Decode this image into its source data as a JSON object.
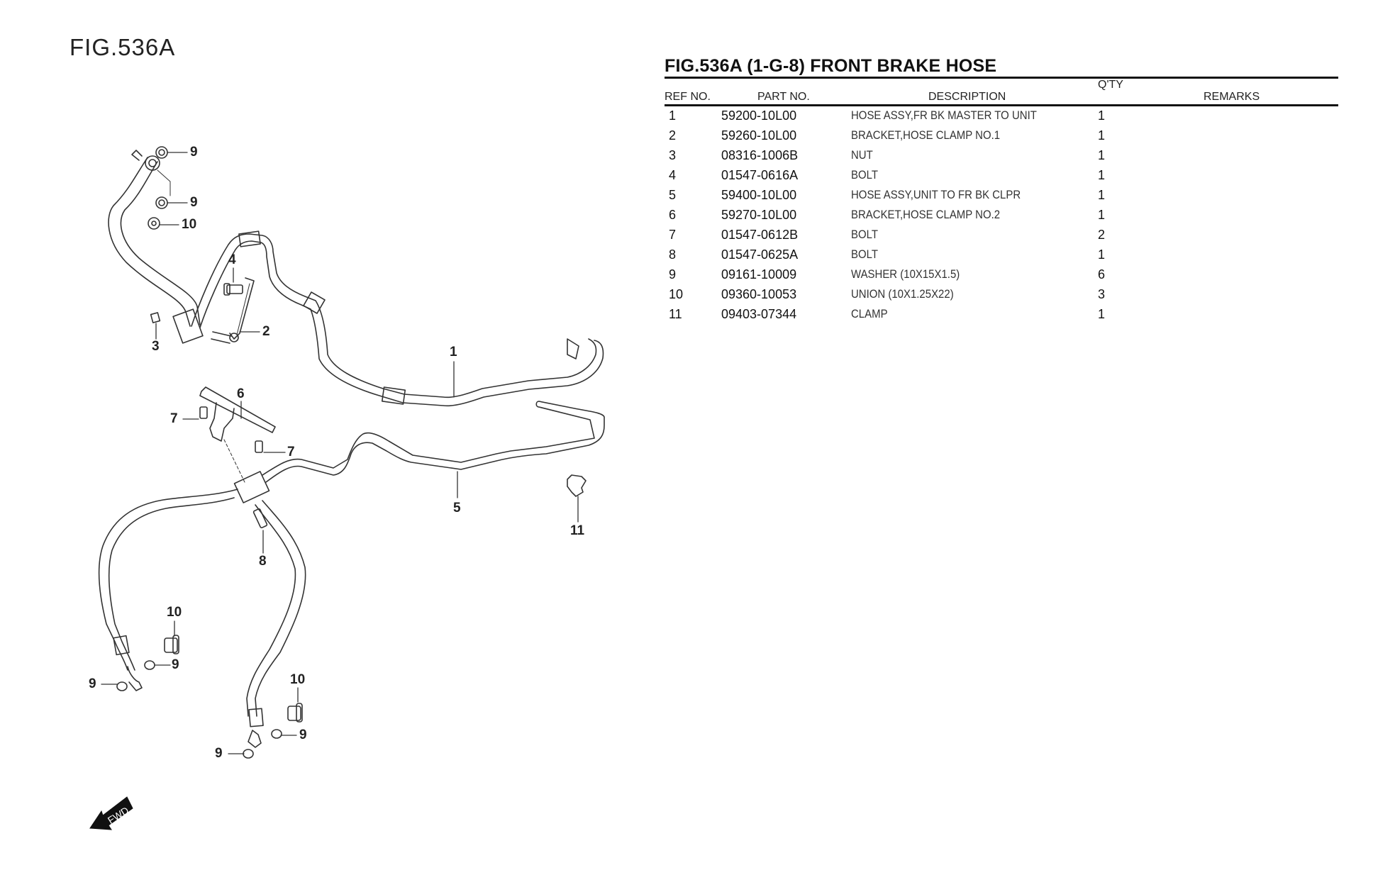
{
  "figure": {
    "label": "FIG.536A"
  },
  "parts_list": {
    "title": "FIG.536A (1-G-8) FRONT BRAKE HOSE",
    "columns": {
      "ref_no": "REF NO.",
      "part_no": "PART NO.",
      "description": "DESCRIPTION",
      "qty": "Q'TY",
      "remarks": "REMARKS"
    },
    "rows": [
      {
        "ref": "1",
        "part_no": "59200-10L00",
        "description": "HOSE ASSY,FR BK MASTER TO UNIT",
        "qty": "1",
        "remarks": ""
      },
      {
        "ref": "2",
        "part_no": "59260-10L00",
        "description": "BRACKET,HOSE CLAMP NO.1",
        "qty": "1",
        "remarks": ""
      },
      {
        "ref": "3",
        "part_no": "08316-1006B",
        "description": "NUT",
        "qty": "1",
        "remarks": ""
      },
      {
        "ref": "4",
        "part_no": "01547-0616A",
        "description": "BOLT",
        "qty": "1",
        "remarks": ""
      },
      {
        "ref": "5",
        "part_no": "59400-10L00",
        "description": "HOSE ASSY,UNIT TO FR BK CLPR",
        "qty": "1",
        "remarks": ""
      },
      {
        "ref": "6",
        "part_no": "59270-10L00",
        "description": "BRACKET,HOSE CLAMP NO.2",
        "qty": "1",
        "remarks": ""
      },
      {
        "ref": "7",
        "part_no": "01547-0612B",
        "description": "BOLT",
        "qty": "2",
        "remarks": ""
      },
      {
        "ref": "8",
        "part_no": "01547-0625A",
        "description": "BOLT",
        "qty": "1",
        "remarks": ""
      },
      {
        "ref": "9",
        "part_no": "09161-10009",
        "description": "WASHER (10X15X1.5)",
        "qty": "6",
        "remarks": ""
      },
      {
        "ref": "10",
        "part_no": "09360-10053",
        "description": "UNION (10X1.25X22)",
        "qty": "3",
        "remarks": ""
      },
      {
        "ref": "11",
        "part_no": "09403-07344",
        "description": "CLAMP",
        "qty": "1",
        "remarks": ""
      }
    ]
  },
  "diagram": {
    "callouts": [
      "9",
      "9",
      "10",
      "4",
      "2",
      "3",
      "1",
      "6",
      "7",
      "7",
      "5",
      "8",
      "11",
      "10",
      "9",
      "9",
      "10",
      "9",
      "9"
    ],
    "direction_icon_label": "FWD"
  }
}
